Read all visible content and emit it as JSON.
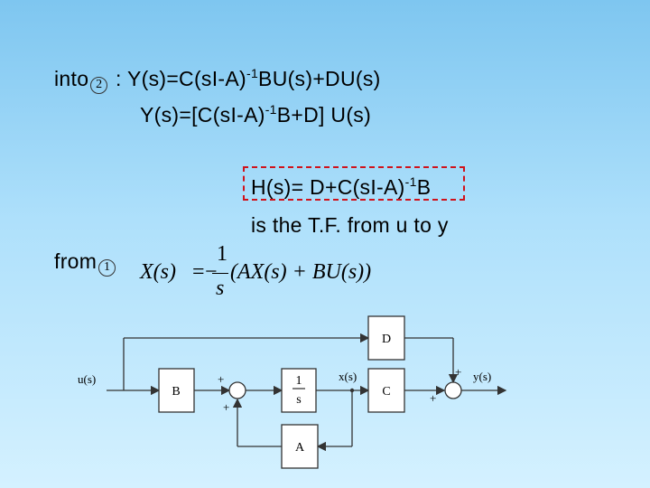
{
  "derivation": {
    "into_label": "into",
    "into_marker": "2",
    "eq1": ": Y(s)=C(sI-A)",
    "eq1_exp": "-1",
    "eq1_rest": "BU(s)+DU(s)",
    "eq2": "Y(s)=[C(sI-A)",
    "eq2_exp": "-1",
    "eq2_rest": "B+D] U(s)",
    "garbled": "        "
  },
  "transfer_function": {
    "lhs": "H(s)= D+C(sI-A)",
    "exp": "-1",
    "rhs": "B",
    "note": "is the T.F. from u to y",
    "highlight_color": "#d0121b"
  },
  "state_eq": {
    "from_label": "from",
    "from_marker": "1",
    "lhs": "X(s)",
    "frac_num": "1",
    "frac_den": "s",
    "rhs": "(AX(s) + BU(s))"
  },
  "block_diagram": {
    "input_label": "u(s)",
    "output_label": "y(s)",
    "state_label": "x(s)",
    "blocks": {
      "B": "B",
      "D": "D",
      "C": "C",
      "A": "A",
      "integrator_num": "1",
      "integrator_den": "s"
    },
    "signs": {
      "sum1_left": "+",
      "sum1_bottom": "+",
      "sum2_top": "+",
      "sum2_bottom": "+"
    }
  }
}
